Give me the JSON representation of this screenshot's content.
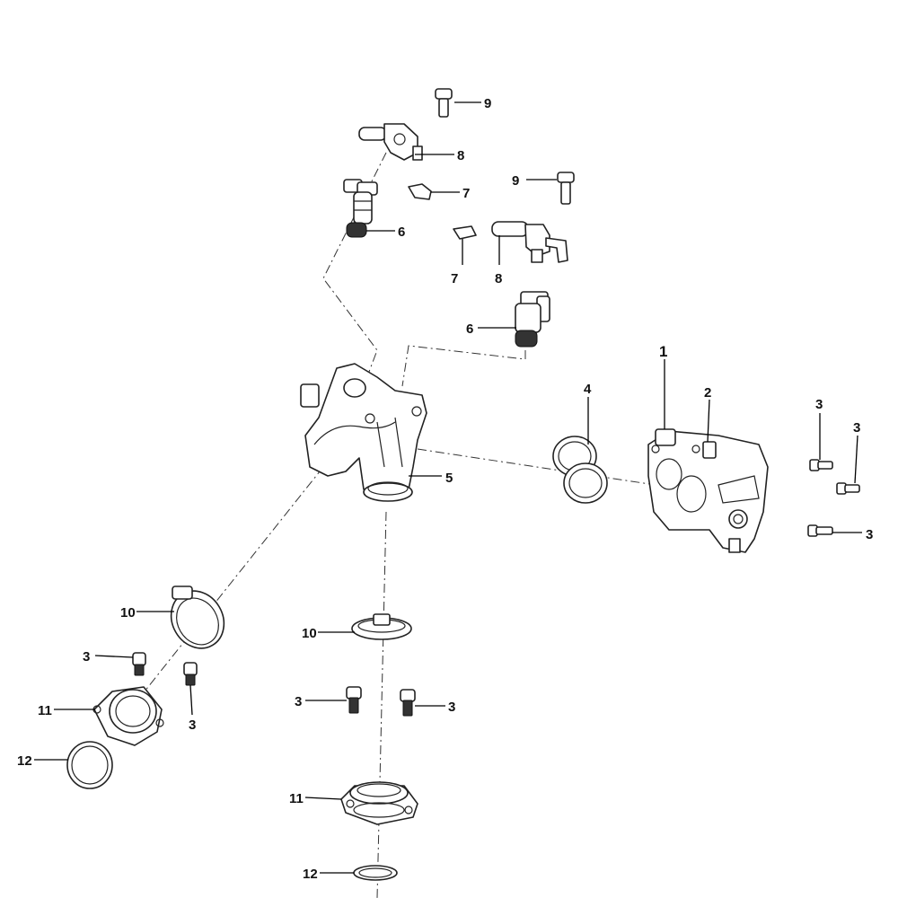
{
  "diagram": {
    "callouts": {
      "c1": "1",
      "c2": "2",
      "c3a": "3",
      "c3b": "3",
      "c3c": "3",
      "c3d": "3",
      "c3e": "3",
      "c3f": "3",
      "c3g": "3",
      "c4": "4",
      "c5": "5",
      "c6a": "6",
      "c6b": "6",
      "c7a": "7",
      "c7b": "7",
      "c8a": "8",
      "c8b": "8",
      "c9a": "9",
      "c9b": "9",
      "c10a": "10",
      "c10b": "10",
      "c11a": "11",
      "c11b": "11",
      "c12a": "12",
      "c12b": "12"
    },
    "colors": {
      "line": "#222222",
      "background": "#ffffff"
    }
  }
}
